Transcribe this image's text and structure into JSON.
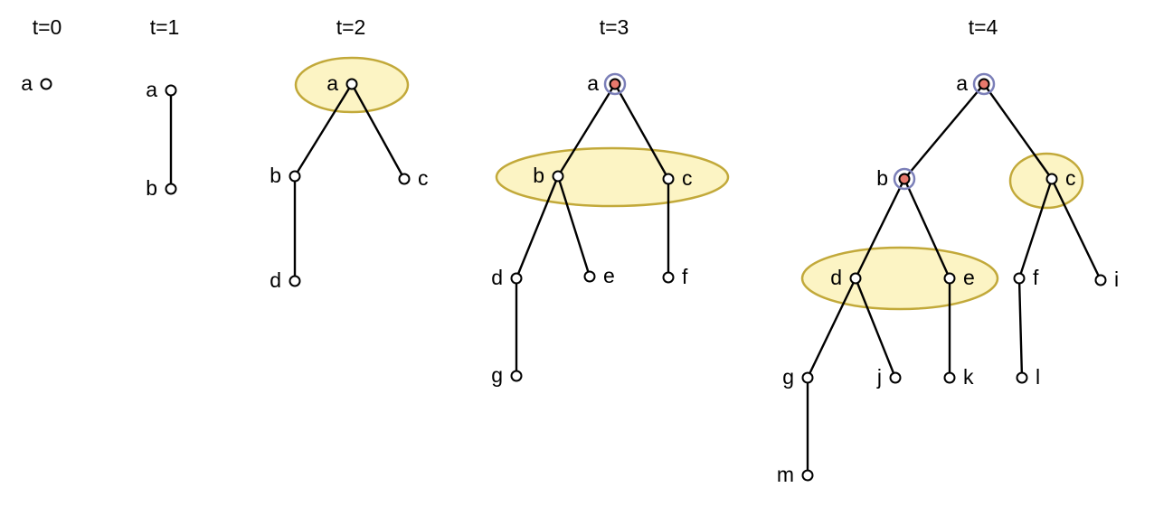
{
  "colors": {
    "edge": "#000000",
    "node_fill": "#ffffff",
    "node_stroke": "#000000",
    "active_fill": "#e8786c",
    "ring": "#7b7fb8",
    "highlight_fill": "#fcf4c4",
    "highlight_stroke": "#c2a93a"
  },
  "panels": [
    {
      "title": "t=0",
      "nodes": [
        {
          "id": "a",
          "label": "a",
          "state": "normal"
        }
      ],
      "edges": [],
      "highlights": []
    },
    {
      "title": "t=1",
      "nodes": [
        {
          "id": "a",
          "label": "a",
          "state": "normal"
        },
        {
          "id": "b",
          "label": "b",
          "state": "normal"
        }
      ],
      "edges": [
        [
          "a",
          "b"
        ]
      ],
      "highlights": []
    },
    {
      "title": "t=2",
      "nodes": [
        {
          "id": "a",
          "label": "a",
          "state": "normal"
        },
        {
          "id": "b",
          "label": "b",
          "state": "normal"
        },
        {
          "id": "c",
          "label": "c",
          "state": "normal"
        },
        {
          "id": "d",
          "label": "d",
          "state": "normal"
        }
      ],
      "edges": [
        [
          "a",
          "b"
        ],
        [
          "a",
          "c"
        ],
        [
          "b",
          "d"
        ]
      ],
      "highlights": [
        [
          "a"
        ]
      ]
    },
    {
      "title": "t=3",
      "nodes": [
        {
          "id": "a",
          "label": "a",
          "state": "visited"
        },
        {
          "id": "b",
          "label": "b",
          "state": "normal"
        },
        {
          "id": "c",
          "label": "c",
          "state": "normal"
        },
        {
          "id": "d",
          "label": "d",
          "state": "normal"
        },
        {
          "id": "e",
          "label": "e",
          "state": "normal"
        },
        {
          "id": "f",
          "label": "f",
          "state": "normal"
        },
        {
          "id": "g",
          "label": "g",
          "state": "normal"
        }
      ],
      "edges": [
        [
          "a",
          "b"
        ],
        [
          "a",
          "c"
        ],
        [
          "b",
          "d"
        ],
        [
          "b",
          "e"
        ],
        [
          "c",
          "f"
        ],
        [
          "d",
          "g"
        ]
      ],
      "highlights": [
        [
          "b",
          "c"
        ]
      ]
    },
    {
      "title": "t=4",
      "nodes": [
        {
          "id": "a",
          "label": "a",
          "state": "visited"
        },
        {
          "id": "b",
          "label": "b",
          "state": "visited"
        },
        {
          "id": "c",
          "label": "c",
          "state": "normal"
        },
        {
          "id": "d",
          "label": "d",
          "state": "normal"
        },
        {
          "id": "e",
          "label": "e",
          "state": "normal"
        },
        {
          "id": "f",
          "label": "f",
          "state": "normal"
        },
        {
          "id": "i",
          "label": "i",
          "state": "normal"
        },
        {
          "id": "g",
          "label": "g",
          "state": "normal"
        },
        {
          "id": "j",
          "label": "j",
          "state": "normal"
        },
        {
          "id": "k",
          "label": "k",
          "state": "normal"
        },
        {
          "id": "l",
          "label": "l",
          "state": "normal"
        },
        {
          "id": "m",
          "label": "m",
          "state": "normal"
        }
      ],
      "edges": [
        [
          "a",
          "b"
        ],
        [
          "a",
          "c"
        ],
        [
          "b",
          "d"
        ],
        [
          "b",
          "e"
        ],
        [
          "c",
          "f"
        ],
        [
          "c",
          "i"
        ],
        [
          "d",
          "g"
        ],
        [
          "d",
          "j"
        ],
        [
          "e",
          "k"
        ],
        [
          "f",
          "l"
        ],
        [
          "g",
          "m"
        ]
      ],
      "highlights": [
        [
          "c"
        ],
        [
          "d",
          "e"
        ]
      ]
    }
  ]
}
